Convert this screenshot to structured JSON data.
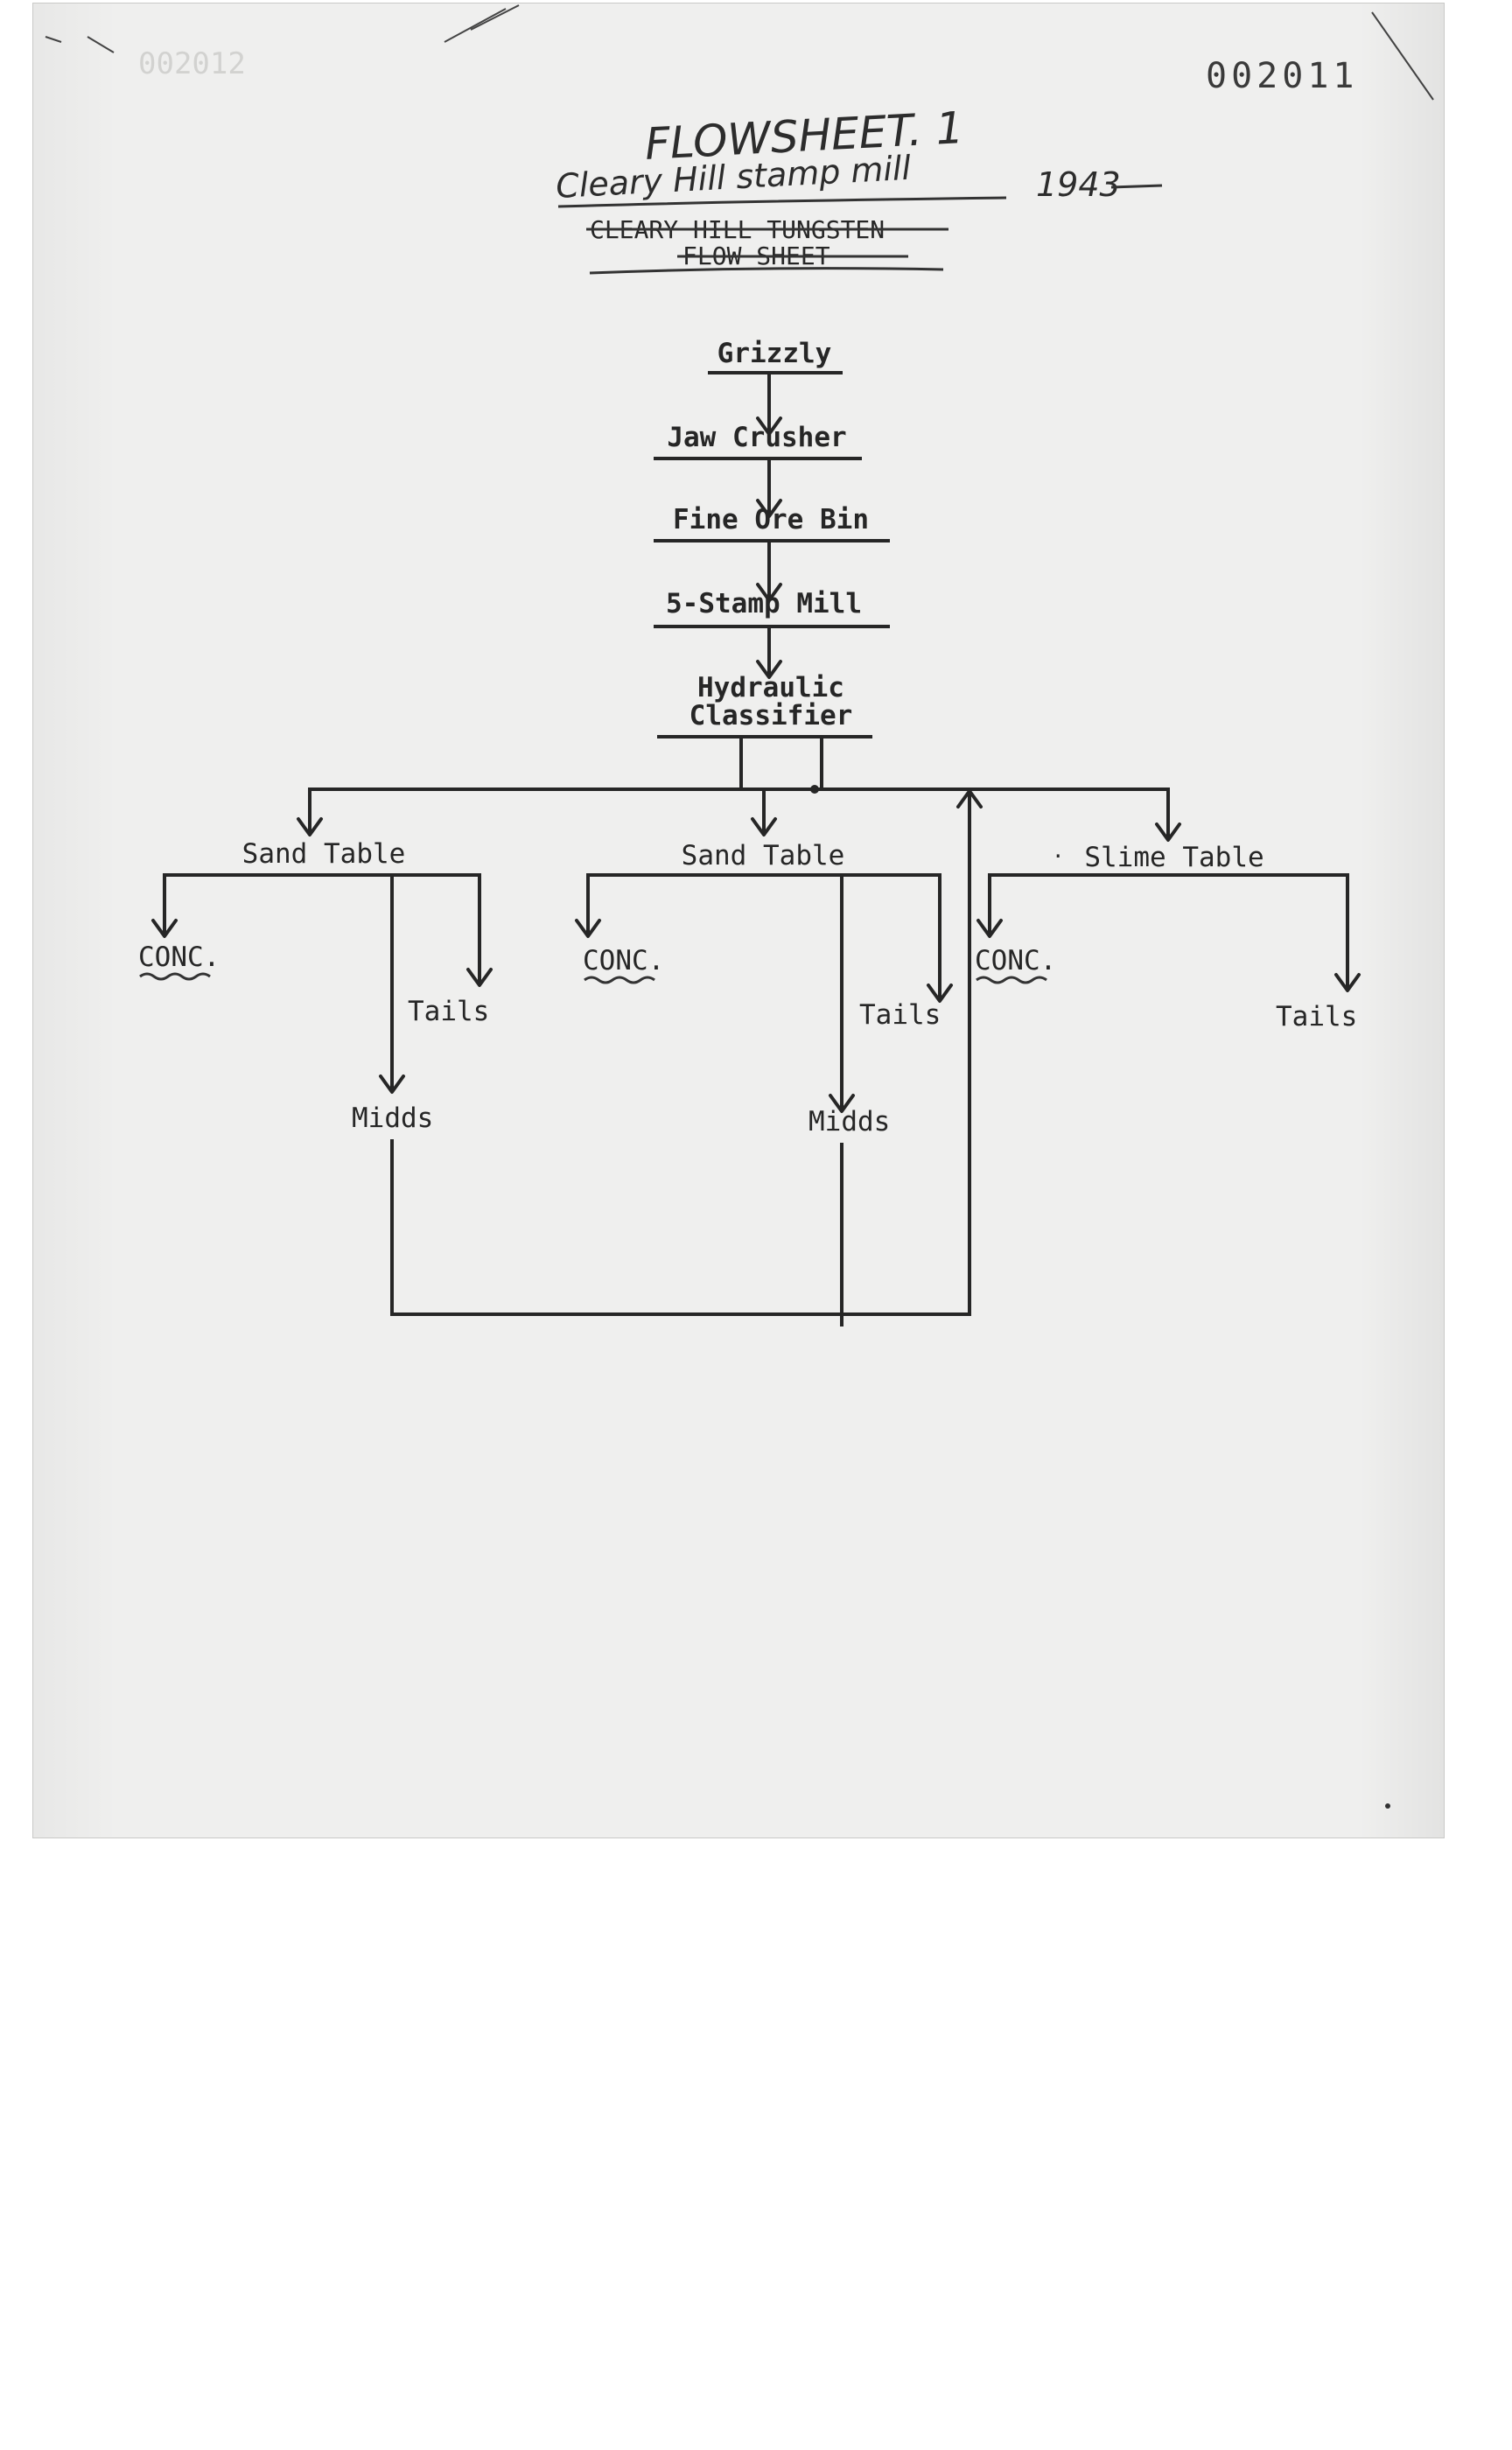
{
  "document": {
    "page_number": "002011",
    "faint_bleed_number": "002012"
  },
  "title": {
    "line1": "FLOWSHEET. 1",
    "line2": "Cleary Hill stamp mill",
    "year": "1943",
    "struck_line1": "CLEARY HILL TUNGSTEN",
    "struck_line2": "FLOW SHEET"
  },
  "nodes": {
    "grizzly": "Grizzly",
    "jaw_crusher": "Jaw Crusher",
    "fine_ore_bin": "Fine Ore Bin",
    "stamp_mill": "5-Stamp Mill",
    "classifier_line1": "Hydraulic",
    "classifier_line2": "Classifier",
    "sand_table_1": "Sand Table",
    "sand_table_2": "Sand Table",
    "slime_table": "Slime Table",
    "conc_1": "CONC.",
    "conc_2": "CONC.",
    "conc_3": "CONC.",
    "tails_1": "Tails",
    "tails_2": "Tails",
    "tails_3": "Tails",
    "midds_1": "Midds",
    "midds_2": "Midds"
  }
}
